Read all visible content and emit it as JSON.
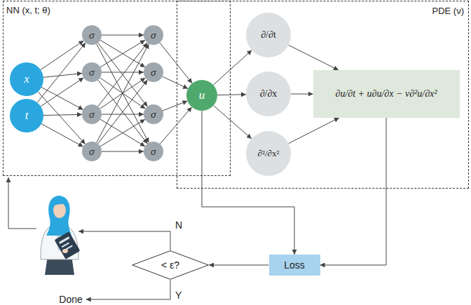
{
  "diagram": {
    "nodes": [
      {
        "text": [
          "NN (x, t; θ)"
        ]
      },
      {
        "text": [
          "PDE (ν)"
        ]
      },
      {
        "text": [
          "x"
        ],
        "in": 0
      },
      {
        "text": [
          "t"
        ],
        "in": 0
      },
      {
        "text": [
          "σ"
        ],
        "in": 0
      },
      {
        "text": [
          "σ"
        ],
        "in": 0
      },
      {
        "text": [
          "σ"
        ],
        "in": 0
      },
      {
        "text": [
          "σ"
        ],
        "in": 0
      },
      {
        "text": [
          "σ"
        ],
        "in": 0
      },
      {
        "text": [
          "σ"
        ],
        "in": 0
      },
      {
        "text": [
          "σ"
        ],
        "in": 0
      },
      {
        "text": [
          "σ"
        ],
        "in": 0
      },
      {
        "text": [
          "u"
        ],
        "in": 0
      },
      {
        "text": [
          "∂/∂t"
        ],
        "in": 1
      },
      {
        "text": [
          "∂/∂x"
        ],
        "in": 1
      },
      {
        "text": [
          "∂²/∂x²"
        ],
        "in": 1
      },
      {
        "text": [
          "∂u/∂t + u∂u/∂x − ν∂²u/∂x²"
        ],
        "in": 1
      },
      {
        "text": [
          "Loss"
        ]
      },
      {
        "text": [
          "< ε?"
        ]
      },
      {
        "text": [
          "Done"
        ]
      }
    ],
    "edges": [
      {
        "from": 2,
        "to": 4,
        "arrow": "to"
      },
      {
        "from": 2,
        "to": 5,
        "arrow": "to"
      },
      {
        "from": 2,
        "to": 6,
        "arrow": "to"
      },
      {
        "from": 2,
        "to": 7,
        "arrow": "to"
      },
      {
        "from": 3,
        "to": 4,
        "arrow": "to"
      },
      {
        "from": 3,
        "to": 5,
        "arrow": "to"
      },
      {
        "from": 3,
        "to": 6,
        "arrow": "to"
      },
      {
        "from": 3,
        "to": 7,
        "arrow": "to"
      },
      {
        "from": 4,
        "to": 8,
        "arrow": "to"
      },
      {
        "from": 4,
        "to": 9,
        "arrow": "to"
      },
      {
        "from": 4,
        "to": 10,
        "arrow": "to"
      },
      {
        "from": 4,
        "to": 11,
        "arrow": "to"
      },
      {
        "from": 5,
        "to": 8,
        "arrow": "to"
      },
      {
        "from": 5,
        "to": 9,
        "arrow": "to"
      },
      {
        "from": 5,
        "to": 10,
        "arrow": "to"
      },
      {
        "from": 5,
        "to": 11,
        "arrow": "to"
      },
      {
        "from": 6,
        "to": 8,
        "arrow": "to"
      },
      {
        "from": 6,
        "to": 9,
        "arrow": "to"
      },
      {
        "from": 6,
        "to": 10,
        "arrow": "to"
      },
      {
        "from": 6,
        "to": 11,
        "arrow": "to"
      },
      {
        "from": 7,
        "to": 8,
        "arrow": "to"
      },
      {
        "from": 7,
        "to": 9,
        "arrow": "to"
      },
      {
        "from": 7,
        "to": 10,
        "arrow": "to"
      },
      {
        "from": 7,
        "to": 11,
        "arrow": "to"
      },
      {
        "from": 8,
        "to": 12,
        "arrow": "to"
      },
      {
        "from": 9,
        "to": 12,
        "arrow": "to"
      },
      {
        "from": 10,
        "to": 12,
        "arrow": "to"
      },
      {
        "from": 11,
        "to": 12,
        "arrow": "to"
      },
      {
        "from": 12,
        "to": 13,
        "arrow": "to"
      },
      {
        "from": 12,
        "to": 14,
        "arrow": "to"
      },
      {
        "from": 12,
        "to": 15,
        "arrow": "to"
      },
      {
        "from": 13,
        "to": 16,
        "arrow": "to"
      },
      {
        "from": 14,
        "to": 16,
        "arrow": "to"
      },
      {
        "from": 15,
        "to": 16,
        "arrow": "to"
      },
      {
        "from": 12,
        "to": 17,
        "arrow": "to"
      },
      {
        "from": 16,
        "to": 17,
        "arrow": "to"
      },
      {
        "from": 17,
        "to": 18,
        "arrow": "to"
      },
      {
        "from": 18,
        "to": 19,
        "arrow": "to"
      }
    ],
    "labels": [
      "N",
      "Y"
    ]
  }
}
